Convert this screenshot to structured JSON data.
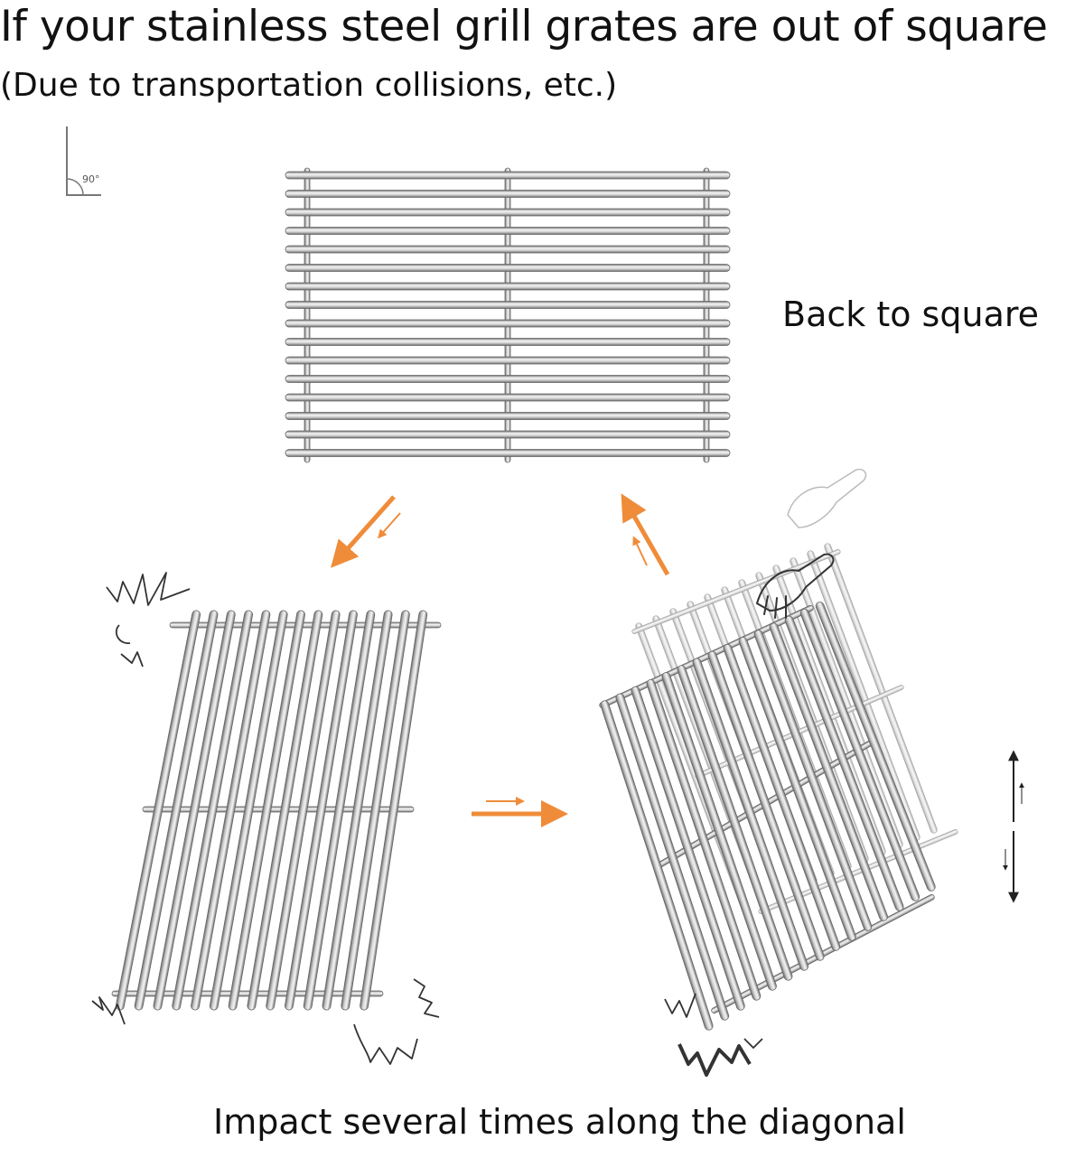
{
  "heading": {
    "title": "If your stainless steel grill grates are out of square",
    "subtitle": "(Due to transportation collisions, etc.)"
  },
  "labels": {
    "back_to_square": "Back to square",
    "impact": "Impact several times along the diagonal",
    "angle": "90°"
  },
  "steps": [
    {
      "name": "square-grate",
      "caption": "Back to square"
    },
    {
      "name": "skewed-grate"
    },
    {
      "name": "tilted-grate"
    }
  ],
  "colors": {
    "arrow": "#ef8c3a",
    "steel_light": "#e8e8e8",
    "steel_dark": "#7a7a7a",
    "ink": "#222222"
  },
  "icons": [
    "right-angle-icon",
    "arrow-down-left-icon",
    "arrow-right-icon",
    "arrow-up-left-icon",
    "vertical-double-arrow-icon",
    "hand-icon",
    "impact-burst-icon"
  ]
}
